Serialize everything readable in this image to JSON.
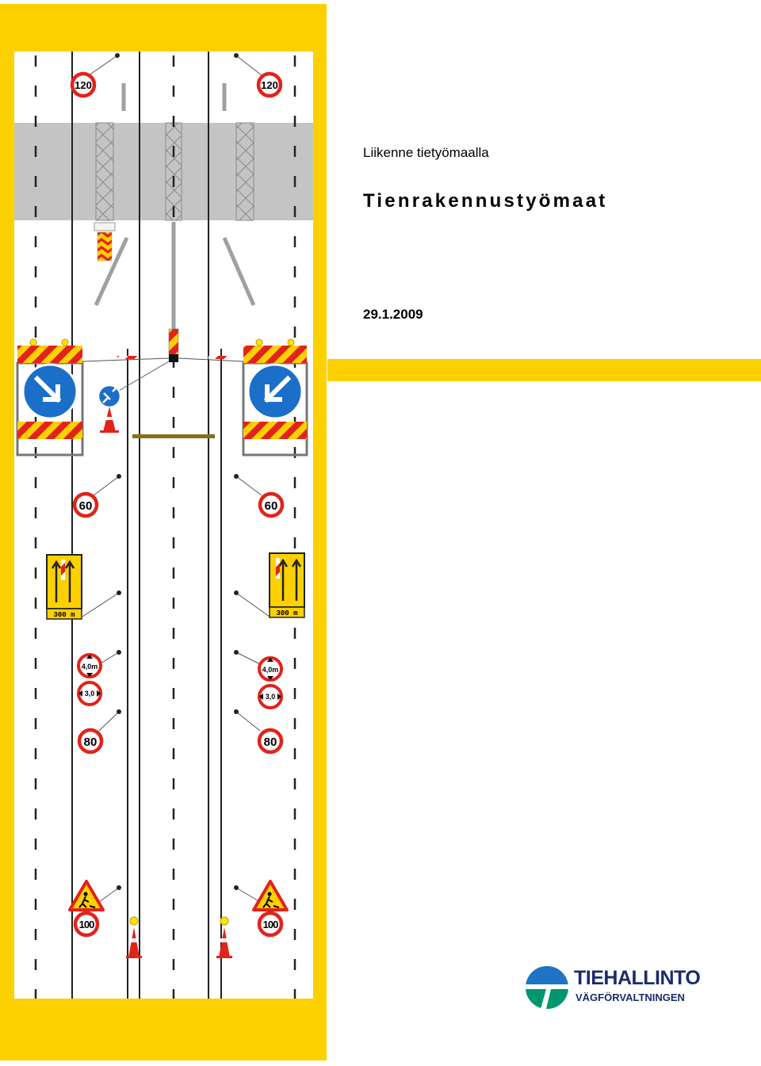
{
  "document": {
    "subtitle": "Liikenne tietyömaalla",
    "title": "Tienrakennustyömaat",
    "date": "29.1.2009"
  },
  "logo": {
    "name": "TIEHALLINTO",
    "subname": "VÄGFÖRVALTNINGEN"
  },
  "signs": {
    "speed_120": "120",
    "speed_60": "60",
    "speed_80": "80",
    "speed_100": "100",
    "lane_distance": "300 m",
    "height_limit": "4,0m",
    "width_limit": "3,0"
  },
  "colors": {
    "brand_yellow": "#fdd000",
    "road_gray": "#c4c4c4",
    "sign_blue": "#1c6fc8",
    "sign_red": "#e2231a",
    "logo_navy": "#1b2c6b",
    "logo_blue": "#1f74c6",
    "logo_green": "#00966e"
  }
}
